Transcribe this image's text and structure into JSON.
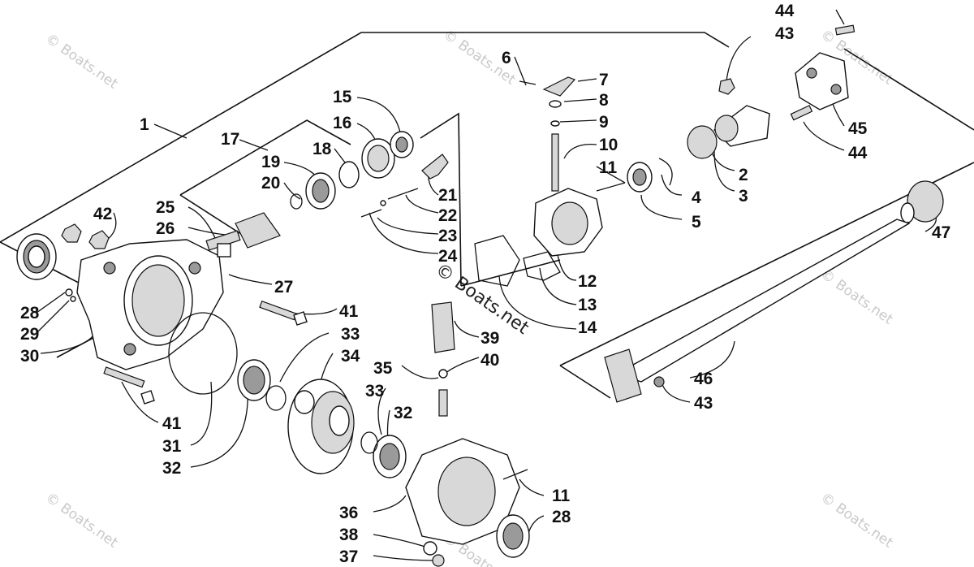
{
  "watermark": "© Boats.net",
  "callouts": {
    "c1": "1",
    "c2": "2",
    "c3": "3",
    "c4": "4",
    "c5": "5",
    "c6": "6",
    "c7": "7",
    "c8": "8",
    "c9": "9",
    "c10": "10",
    "c11a": "11",
    "c11b": "11",
    "c12": "12",
    "c13": "13",
    "c14": "14",
    "c15": "15",
    "c16": "16",
    "c17": "17",
    "c18": "18",
    "c19": "19",
    "c20": "20",
    "c21": "21",
    "c22": "22",
    "c23": "23",
    "c24": "24",
    "c25": "25",
    "c26": "26",
    "c27": "27",
    "c28a": "28",
    "c28b": "28",
    "c29": "29",
    "c30": "30",
    "c31": "31",
    "c32a": "32",
    "c32b": "32",
    "c33a": "33",
    "c33b": "33",
    "c34": "34",
    "c35": "35",
    "c36": "36",
    "c37": "37",
    "c38": "38",
    "c39": "39",
    "c40": "40",
    "c41a": "41",
    "c41b": "41",
    "c42": "42",
    "c43a": "43",
    "c43b": "43",
    "c44a": "44",
    "c44b": "44",
    "c45": "45",
    "c46": "46",
    "c47": "47"
  }
}
